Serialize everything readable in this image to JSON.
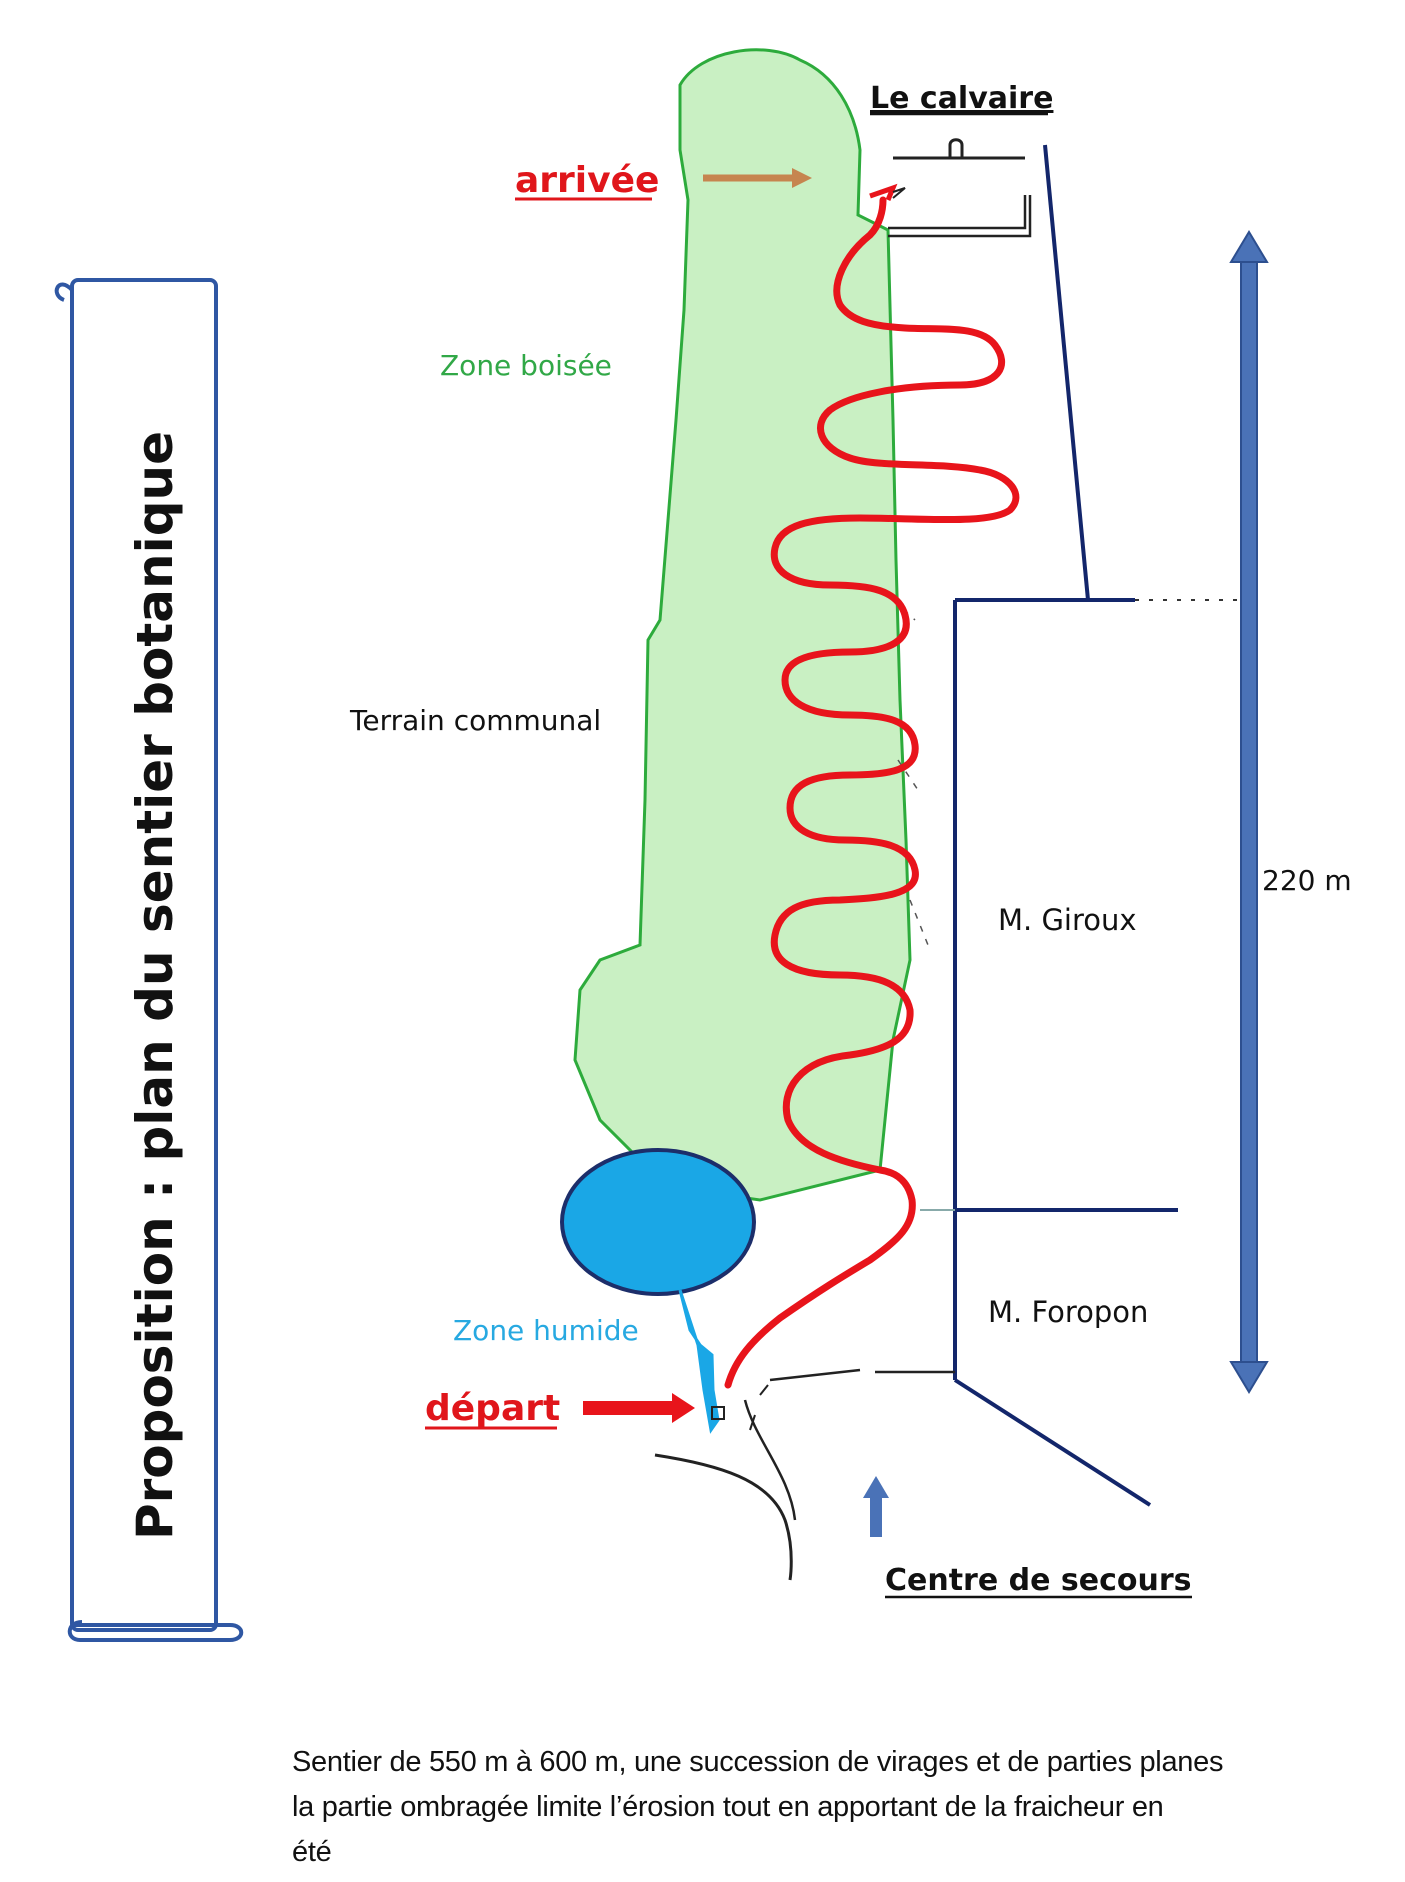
{
  "title": "Proposition : plan du sentier botanique",
  "labels": {
    "calvaire": "Le calvaire",
    "arrivee": "arrivée",
    "depart": "départ",
    "zone_boisee": "Zone boisée",
    "terrain_communal": "Terrain communal",
    "zone_humide": "Zone humide",
    "giroux": "M. Giroux",
    "foropon": "M. Foropon",
    "centre_secours": "Centre de secours",
    "distance": "220 m"
  },
  "caption": {
    "line1": "Sentier de 550 m à 600 m, une succession de virages et de parties planes",
    "line2": "la partie ombragée limite l’érosion tout en apportant de la fraicheur en",
    "line3": "été"
  },
  "colors": {
    "trail": "#e8141b",
    "wood_fill": "#c9f0c3",
    "wood_stroke": "#2dab3c",
    "water": "#1aa7e6",
    "boundary": "#13266b",
    "arrow_blue": "#4a72b7",
    "arrow_brown": "#c6854f",
    "label_green": "#31a847",
    "label_blue": "#27a9e1",
    "label_red": "#e0161b"
  },
  "icons": {
    "scroll": "scroll-banner-icon",
    "calvaire": "calvary-building-icon"
  }
}
